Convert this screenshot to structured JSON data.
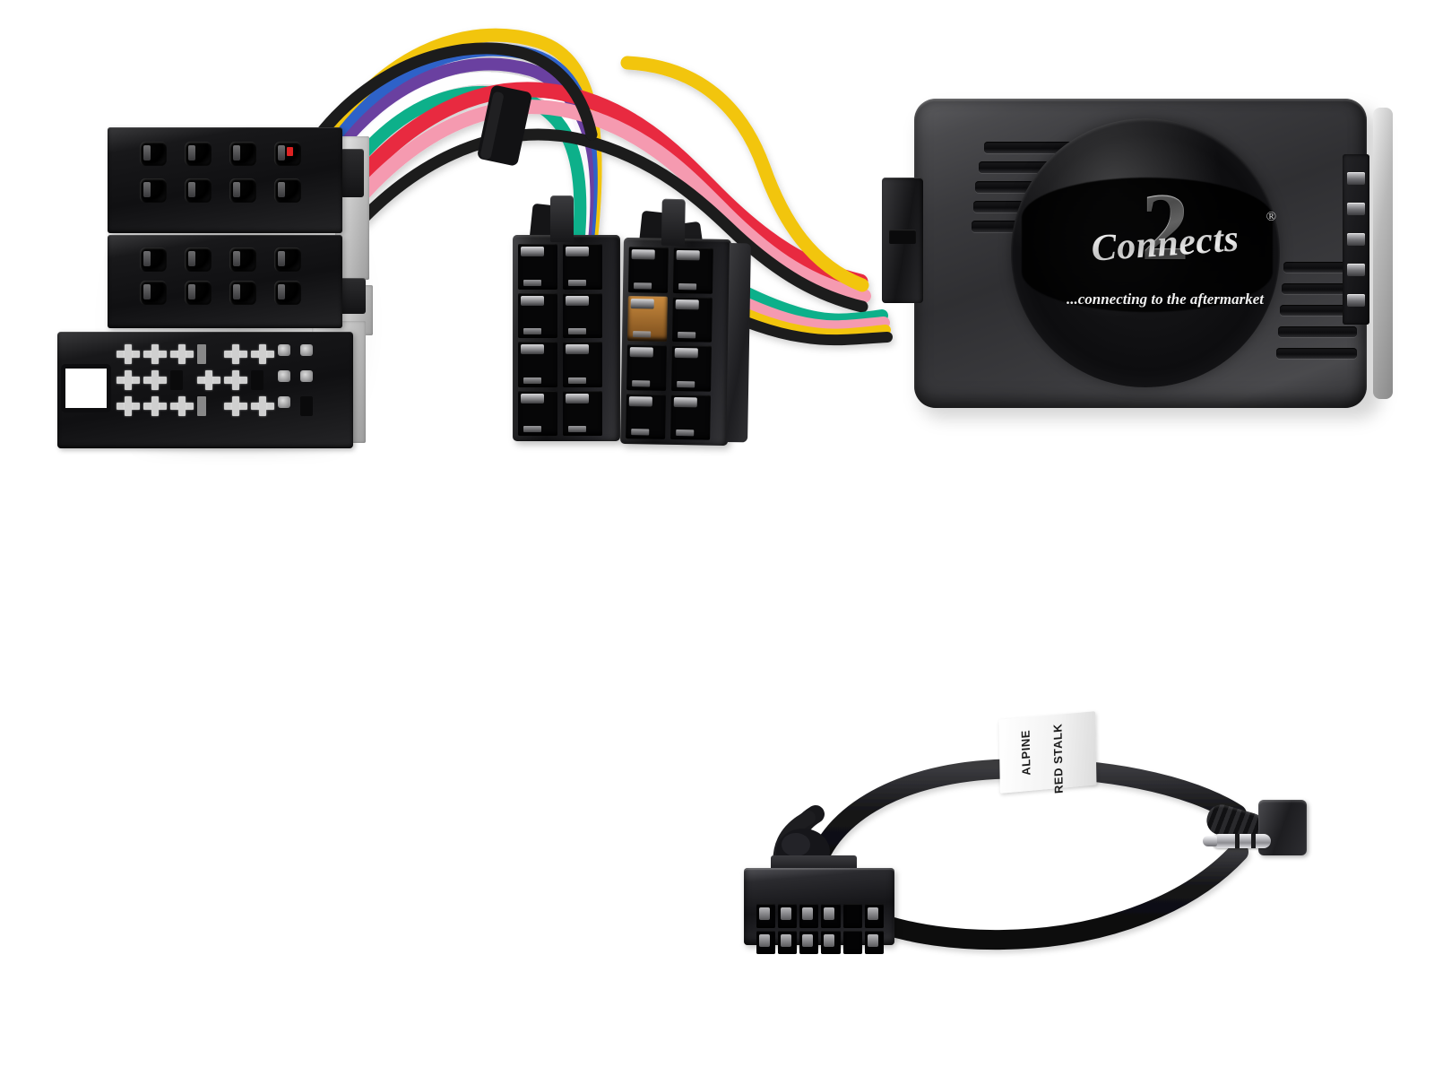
{
  "product": {
    "brand": "Connects2",
    "logo_number": "2",
    "logo_word": "Connects",
    "logo_registered": "®",
    "tagline": "...connecting to the aftermarket",
    "background_color": "#ffffff"
  },
  "harness": {
    "name": "iso-quadlock-harness",
    "wire_colors": [
      "#f2c511",
      "#2e62c8",
      "#6b3fa0",
      "#e8293f",
      "#f59ab0",
      "#ffffff",
      "#10b08a",
      "#1a1a1a",
      "#e8293f",
      "#f59ab0"
    ],
    "tape_color": "#111111",
    "connector_shell_color": "#141416",
    "connector_side_color": "#cfcfcf"
  },
  "quadlock": {
    "label": "quadlock-iso-male-connector",
    "blocks": [
      {
        "id": "top",
        "rows": 2,
        "cols": 4,
        "pin_type": "round"
      },
      {
        "id": "middle",
        "rows": 2,
        "cols": 4,
        "pin_type": "round"
      },
      {
        "id": "bottom",
        "rows": 3,
        "cols": 8,
        "pin_type": "cross"
      }
    ]
  },
  "iso_sockets": {
    "label": "iso-female-sockets",
    "count": 2,
    "pins_each": 8,
    "rows": 4,
    "cols": 2
  },
  "module": {
    "label": "swc-interface-module",
    "body_color": "#3a3a3d",
    "vent_count_left": 5,
    "vent_count_right": 5,
    "socket_pins": 5
  },
  "patch_lead": {
    "label": "patch-lead",
    "cable_color": "#121214",
    "connector_pins": 12,
    "connector_rows": 2,
    "connector_cols": 6,
    "label_line_1": "ALPINE",
    "label_line_2": "RED STALK",
    "jack_type": "3.5mm right-angle stereo plug"
  }
}
